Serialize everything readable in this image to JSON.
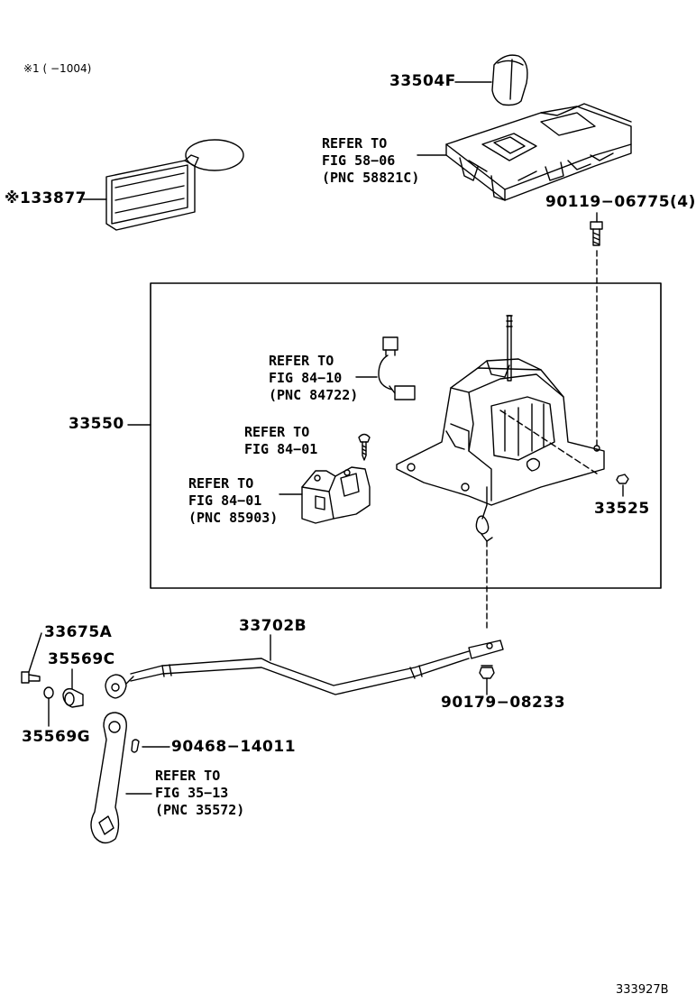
{
  "note": "※1 (      −1004)",
  "figure_id": "333927B",
  "parts": {
    "p33504F": "33504F",
    "p33877": "※133877",
    "p90119": "90119−06775(4)",
    "p33550": "33550",
    "p33525": "33525",
    "p33675A": "33675A",
    "p33702B": "33702B",
    "p35569C": "35569C",
    "p35569G": "35569G",
    "p90468": "90468−14011",
    "p90179": "90179−08233"
  },
  "refs": {
    "r1": [
      "REFER TO",
      "FIG 58−06",
      "(PNC 58821C)"
    ],
    "r2": [
      "REFER TO",
      "FIG 84−10",
      "(PNC 84722)"
    ],
    "r3": [
      "REFER TO",
      "FIG 84−01"
    ],
    "r4": [
      "REFER TO",
      "FIG 84−01",
      "(PNC 85903)"
    ],
    "r5": [
      "REFER TO",
      "FIG 35−13",
      "(PNC 35572)"
    ]
  }
}
